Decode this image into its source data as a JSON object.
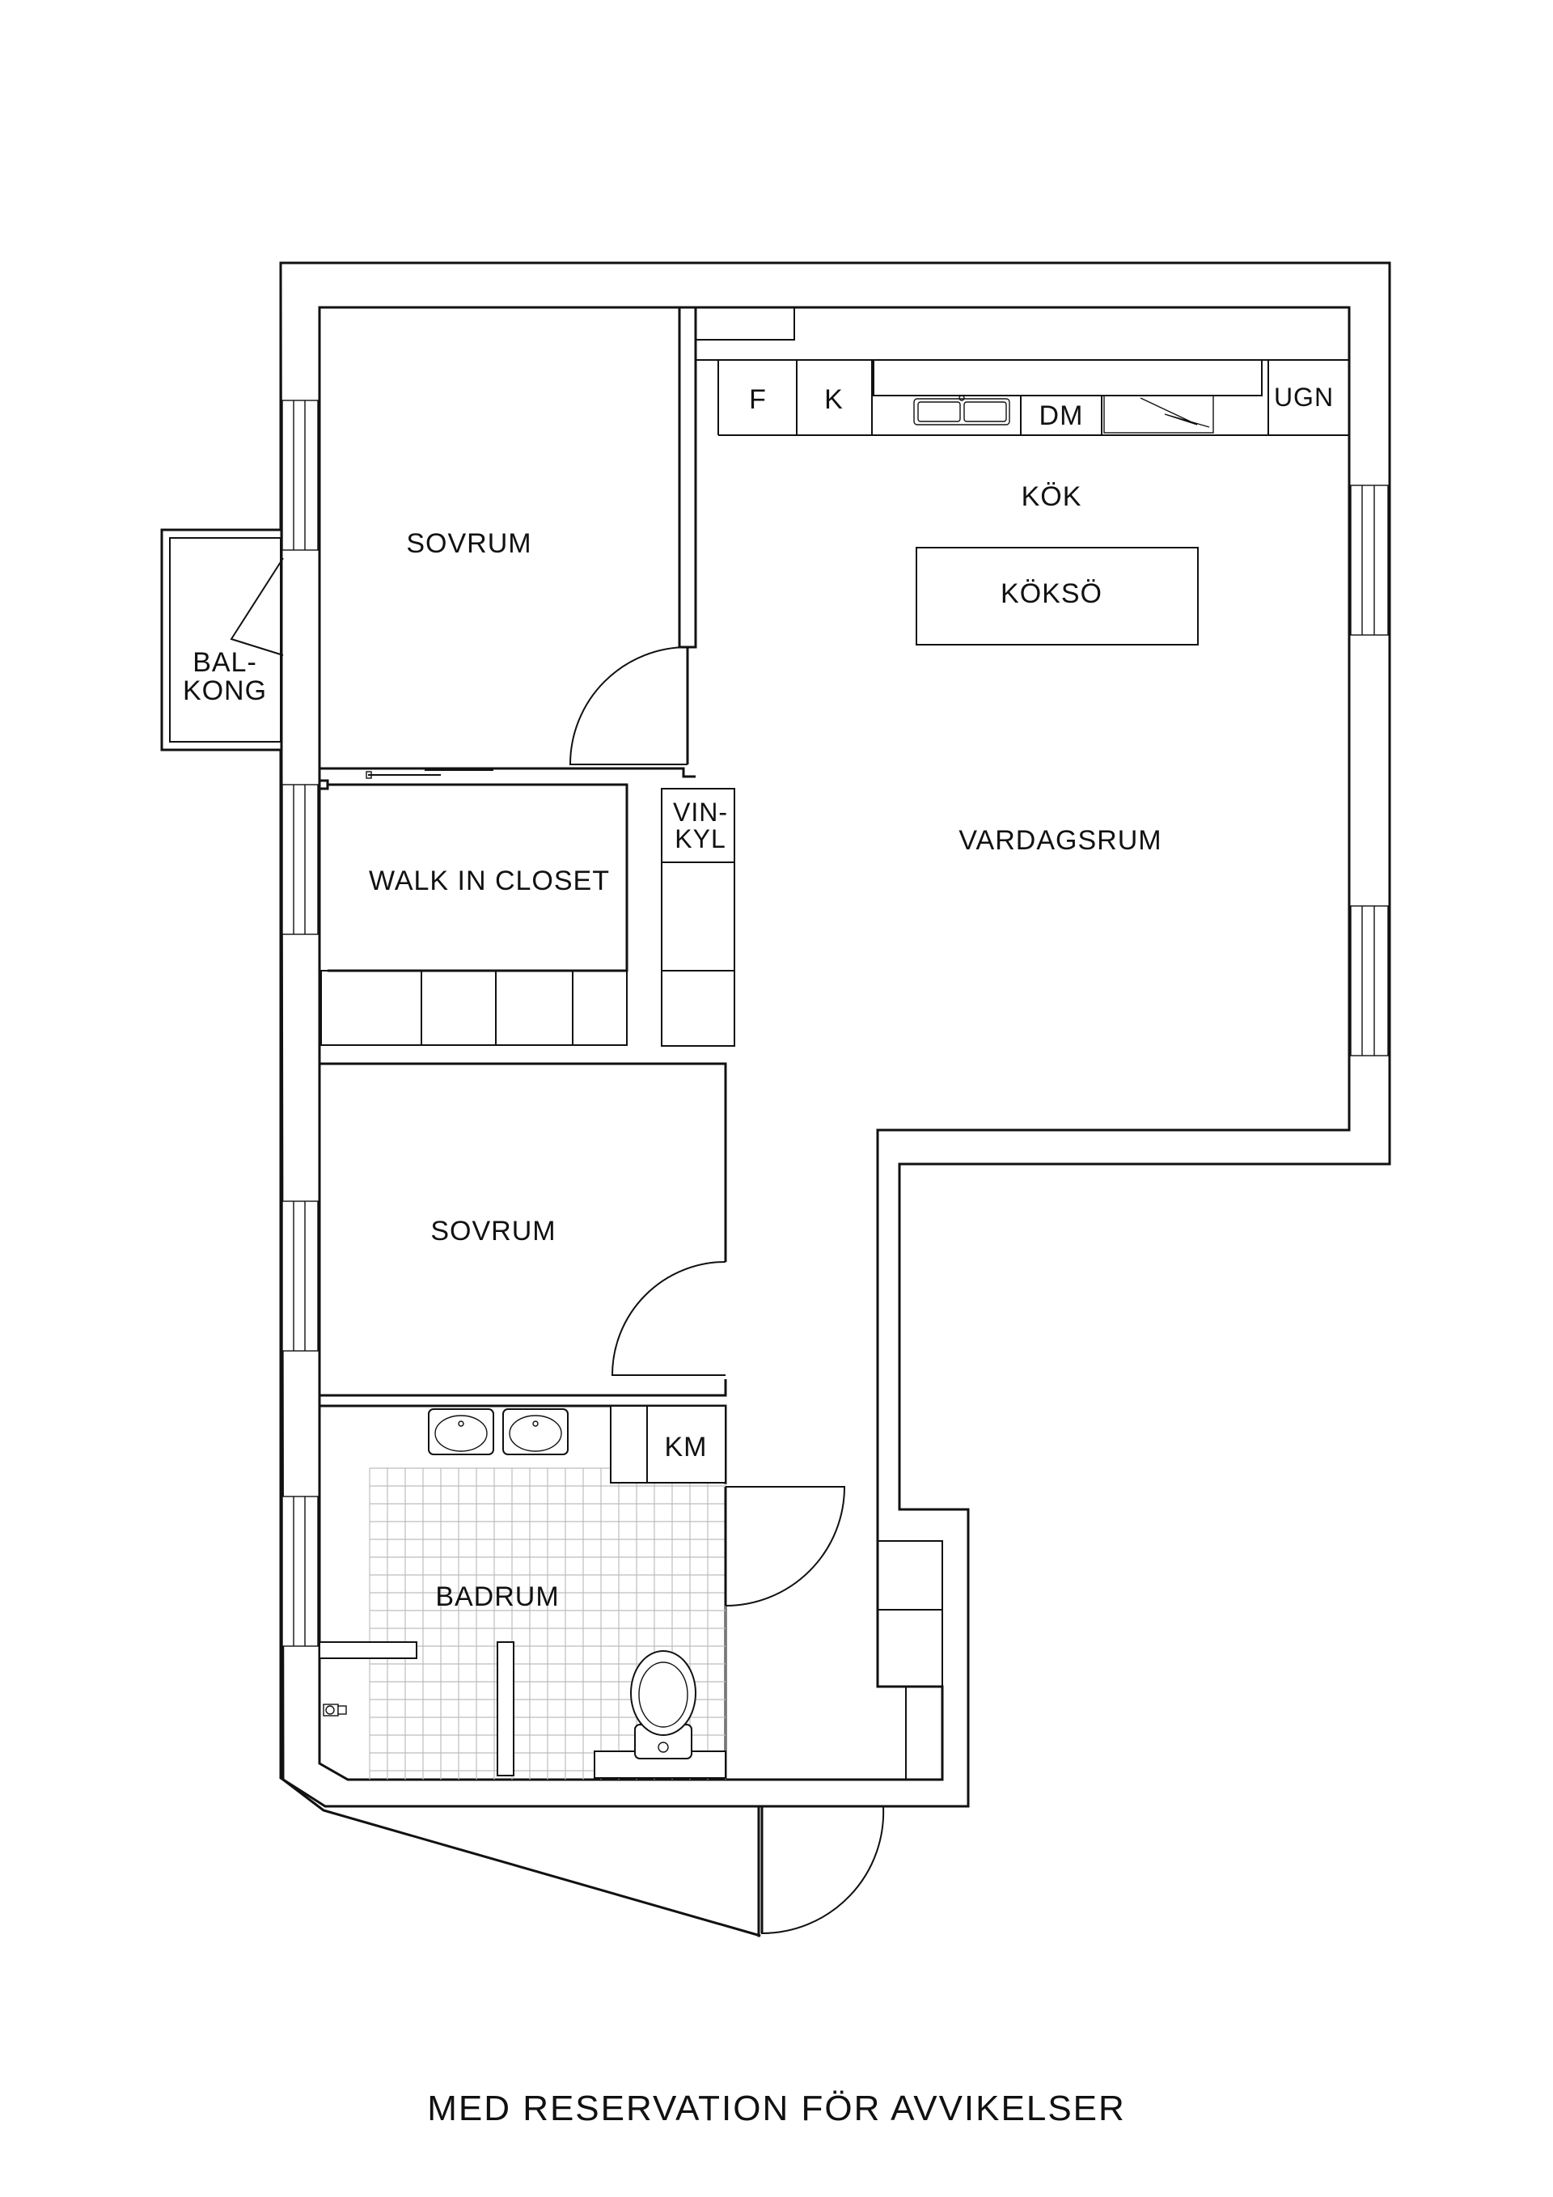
{
  "rooms": {
    "bedroom_top": "SOVRUM",
    "balcony_line1": "BAL-",
    "balcony_line2": "KONG",
    "kitchen": "KÖK",
    "kitchen_island": "KÖKSÖ",
    "living_room": "VARDAGSRUM",
    "walk_in_closet": "WALK IN CLOSET",
    "wine_fridge_line1": "VIN-",
    "wine_fridge_line2": "KYL",
    "bedroom_bottom": "SOVRUM",
    "bathroom": "BADRUM",
    "washing_machine": "KM"
  },
  "appliances": {
    "fridge": "F",
    "freezer": "K",
    "dishwasher": "DM",
    "oven": "UGN"
  },
  "footer": {
    "disclaimer": "MED RESERVATION FÖR AVVIKELSER"
  }
}
